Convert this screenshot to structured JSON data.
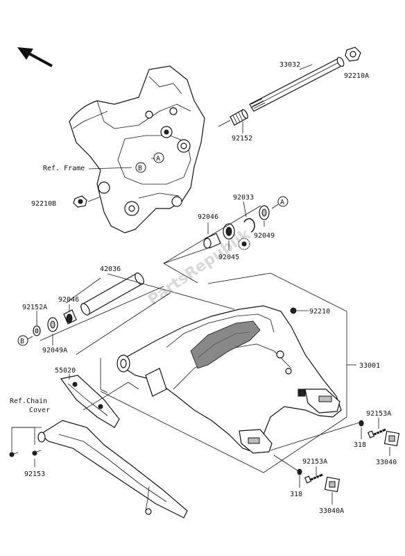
{
  "watermark": "PartsRepublik",
  "labels": {
    "p33032": "33032",
    "p92210A": "92210A",
    "p92152": "92152",
    "ref_frame": "Ref. Frame",
    "p92210B": "92210B",
    "p92033": "92033",
    "p92046_top": "92046",
    "p92049": "92049",
    "p92045": "92045",
    "p42036": "42036",
    "p92046_left": "92046",
    "p92152A": "92152A",
    "p92049A": "92049A",
    "p92210": "92210",
    "p33001": "33001",
    "p55020": "55020",
    "ref_chain": "Ref.Chain",
    "cover": "Cover",
    "p92153A_right": "92153A",
    "p318_right": "318",
    "p33040": "33040",
    "p92153A_bottom": "92153A",
    "p318_bottom": "318",
    "p33040A": "33040A",
    "p92153": "92153"
  },
  "markers": {
    "a": "A",
    "b": "B"
  }
}
